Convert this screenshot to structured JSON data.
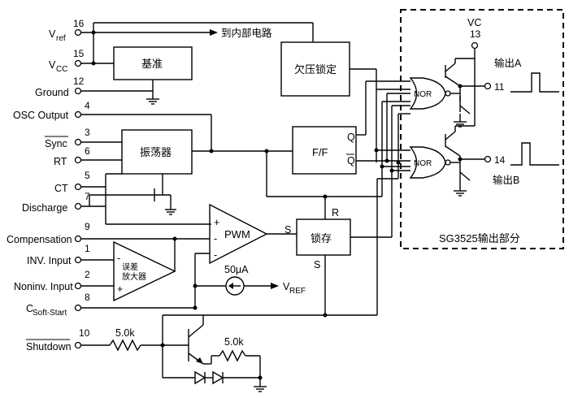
{
  "pins": {
    "vref": {
      "name": "V",
      "sub": "ref",
      "num": "16"
    },
    "vcc": {
      "name": "V",
      "sub": "CC",
      "num": "15"
    },
    "ground": {
      "name": "Ground",
      "num": "12"
    },
    "osc_output": {
      "name": "OSC Output",
      "num": "4"
    },
    "sync": {
      "name": "Sync",
      "num": "3"
    },
    "rt": {
      "name": "RT",
      "num": "6"
    },
    "ct": {
      "name": "CT",
      "num": "5"
    },
    "discharge": {
      "name": "Discharge",
      "num": "7"
    },
    "compensation": {
      "name": "Compensation",
      "num": "9"
    },
    "inv_input": {
      "name": "INV. Input",
      "num": "1"
    },
    "noninv_input": {
      "name": "Noninv. Input",
      "num": "2"
    },
    "soft_start": {
      "name": "C",
      "sub": "Soft-Start",
      "num": "8"
    },
    "shutdown": {
      "name": "Shutdown",
      "num": "10"
    },
    "out_a": {
      "num": "11"
    },
    "out_b": {
      "num": "14"
    },
    "vc": {
      "name": "VC",
      "num": "13"
    }
  },
  "blocks": {
    "reference": "基准",
    "uvlo": "欠压锁定",
    "oscillator": "振荡器",
    "flipflop": "F/F",
    "ff_q": "Q",
    "ff_qbar": "Q",
    "pwm": "PWM",
    "pwm_plus": "+",
    "pwm_minus": "-",
    "pwm_minus2": "-",
    "latch": "锁存",
    "latch_r": "R",
    "latch_s_in": "S",
    "latch_s_bottom": "S",
    "error_amp_line1": "误差",
    "error_amp_line2": "放大器",
    "ea_minus": "-",
    "ea_plus": "+",
    "nor_a": "NOR",
    "nor_b": "NOR"
  },
  "annotations": {
    "to_internal": "到内部电路",
    "current_source": "50μA",
    "vref_out": "V",
    "vref_out_sub": "REF",
    "res1": "5.0k",
    "res2": "5.0k",
    "output_a": "输出A",
    "output_b": "输出B",
    "output_section": "SG3525输出部分"
  }
}
